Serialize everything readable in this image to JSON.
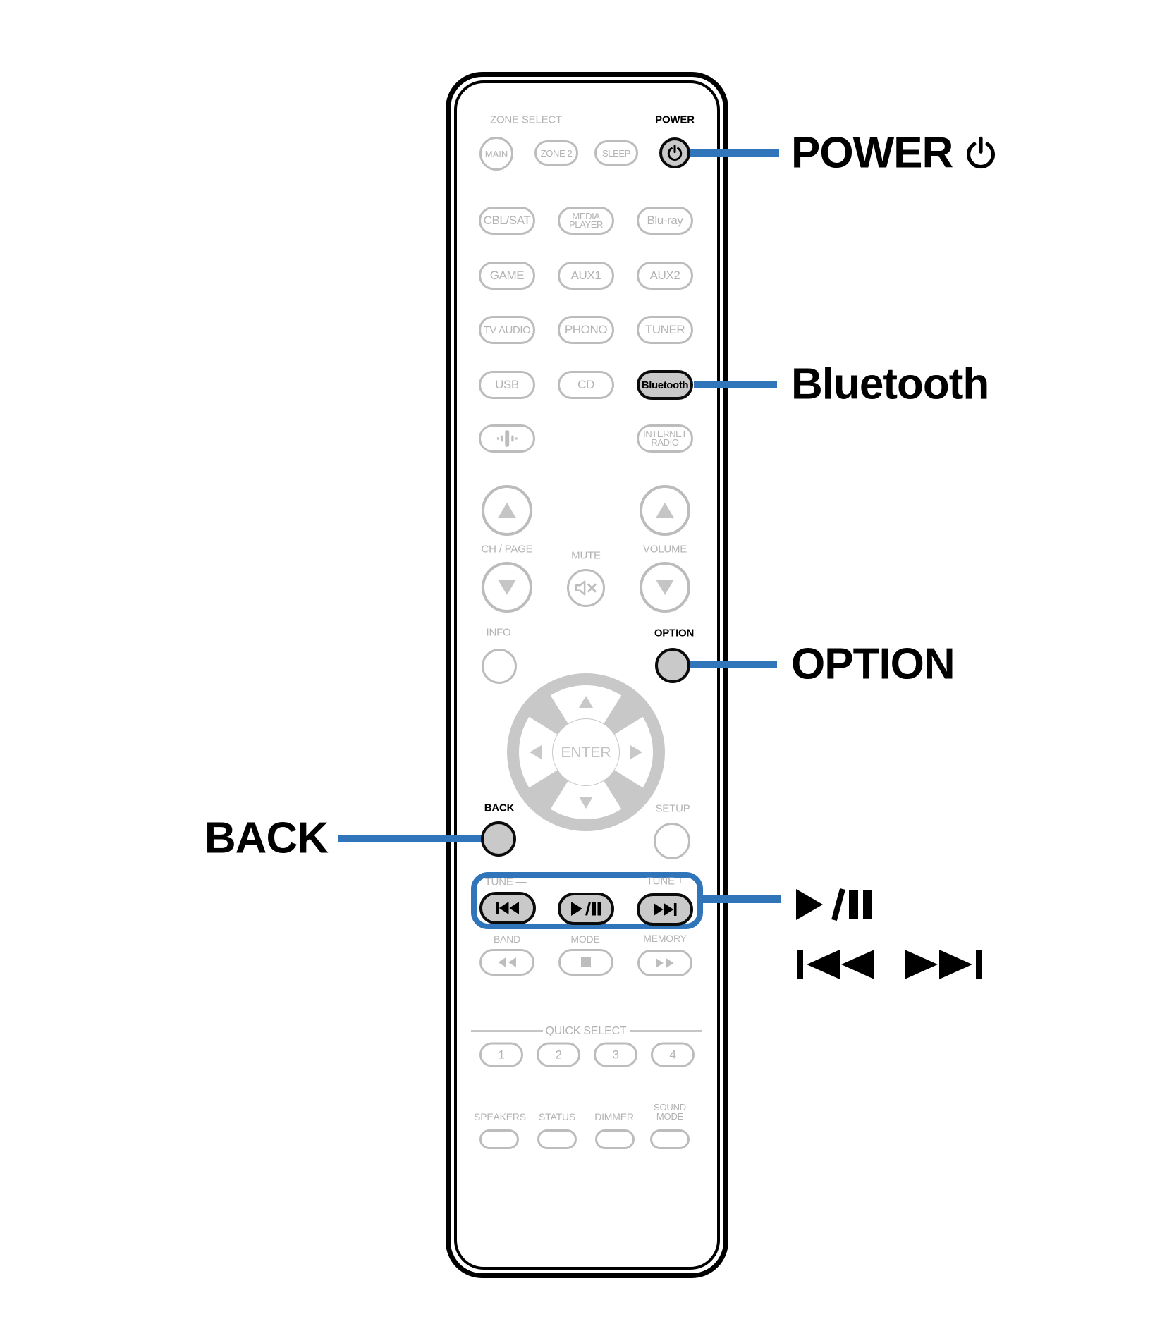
{
  "colors": {
    "accent_blue": "#3074ba",
    "button_fill": "#c9c9c9",
    "inactive_gray": "#b3b3b3"
  },
  "callouts": {
    "power_label": "POWER",
    "bluetooth_label": "Bluetooth",
    "option_label": "OPTION",
    "back_label": "BACK",
    "play_pause_icon": "play-pause-icon",
    "skip_icons": "skip-back-and-skip-forward-icons"
  },
  "remote": {
    "header": {
      "zone_select": "ZONE SELECT",
      "power": "POWER"
    },
    "zone_row": {
      "main": "MAIN",
      "zone2": "ZONE 2",
      "sleep": "SLEEP"
    },
    "sources": {
      "cbl_sat": "CBL/SAT",
      "media_player_1": "MEDIA",
      "media_player_2": "PLAYER",
      "bluray": "Blu-ray",
      "game": "GAME",
      "aux1": "AUX1",
      "aux2": "AUX2",
      "tv_audio": "TV AUDIO",
      "phono": "PHONO",
      "tuner": "TUNER",
      "usb": "USB",
      "cd": "CD",
      "bluetooth": "Bluetooth",
      "internet_radio_1": "INTERNET",
      "internet_radio_2": "RADIO"
    },
    "nav": {
      "ch_page": "CH / PAGE",
      "mute": "MUTE",
      "volume": "VOLUME",
      "info": "INFO",
      "option": "OPTION",
      "enter": "ENTER",
      "back": "BACK",
      "setup": "SETUP"
    },
    "tuner_row": {
      "tune_minus": "TUNE —",
      "tune_plus": "TUNE +",
      "band": "BAND",
      "mode": "MODE",
      "memory": "MEMORY"
    },
    "quick_select": {
      "label": "QUICK SELECT",
      "b1": "1",
      "b2": "2",
      "b3": "3",
      "b4": "4"
    },
    "bottom": {
      "speakers": "SPEAKERS",
      "status": "STATUS",
      "dimmer": "DIMMER",
      "sound_mode_1": "SOUND",
      "sound_mode_2": "MODE"
    }
  }
}
